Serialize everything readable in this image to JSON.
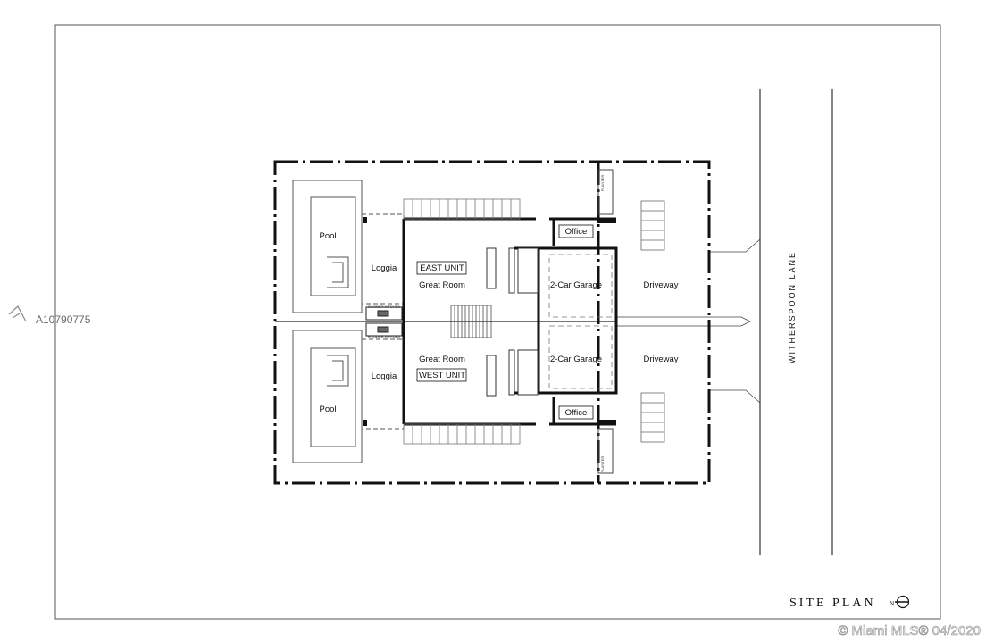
{
  "watermark": {
    "listing_id": "A10790775",
    "copyright": "© Miami MLS® 04/2020"
  },
  "site_plan": {
    "title": "SITE PLAN",
    "north_label": "N",
    "street_name": "WITHERSPOON LANE",
    "east_unit": {
      "unit_label": "EAST UNIT",
      "pool": "Pool",
      "loggia": "Loggia",
      "great_room": "Great Room",
      "office": "Office",
      "garage": "2-Car Garage",
      "driveway": "Driveway",
      "summer_kitchen": "SUMMER KITCHEN",
      "planter": "PLANTER"
    },
    "west_unit": {
      "unit_label": "WEST UNIT",
      "pool": "Pool",
      "loggia": "Loggia",
      "great_room": "Great Room",
      "office": "Office",
      "garage": "2-Car Garage",
      "driveway": "Driveway",
      "summer_kitchen": "SUMMER KITCHEN",
      "planter": "PLANTER"
    }
  }
}
